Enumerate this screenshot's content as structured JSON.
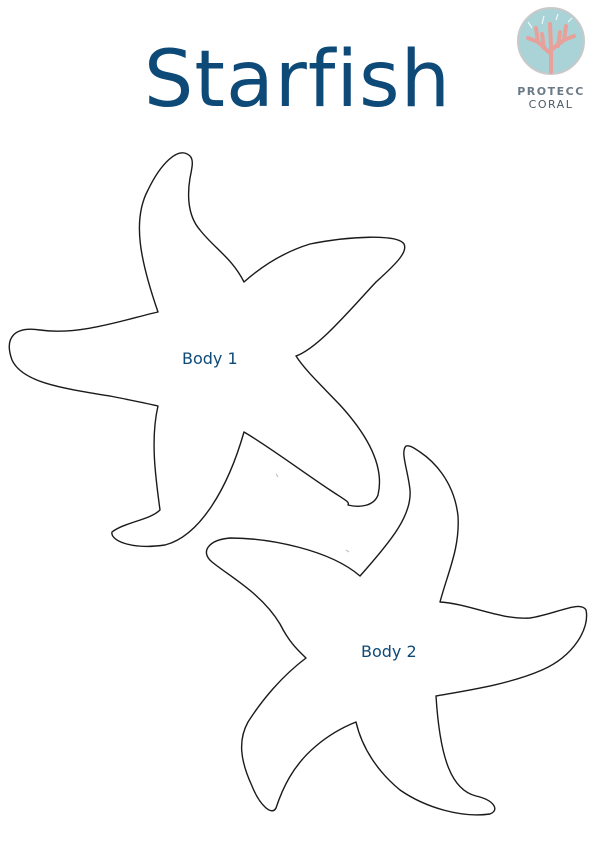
{
  "page": {
    "title": "Starfish",
    "title_color": "#0e4a78",
    "outline_color": "#1a1a1a"
  },
  "logo": {
    "line1": "PROTECC",
    "line2": "CORAL",
    "circle_color": "#a9d3d6",
    "coral_color": "#e7a19a",
    "text_color": "#4a5a66"
  },
  "shapes": [
    {
      "label": "Body 1"
    },
    {
      "label": "Body 2"
    }
  ]
}
